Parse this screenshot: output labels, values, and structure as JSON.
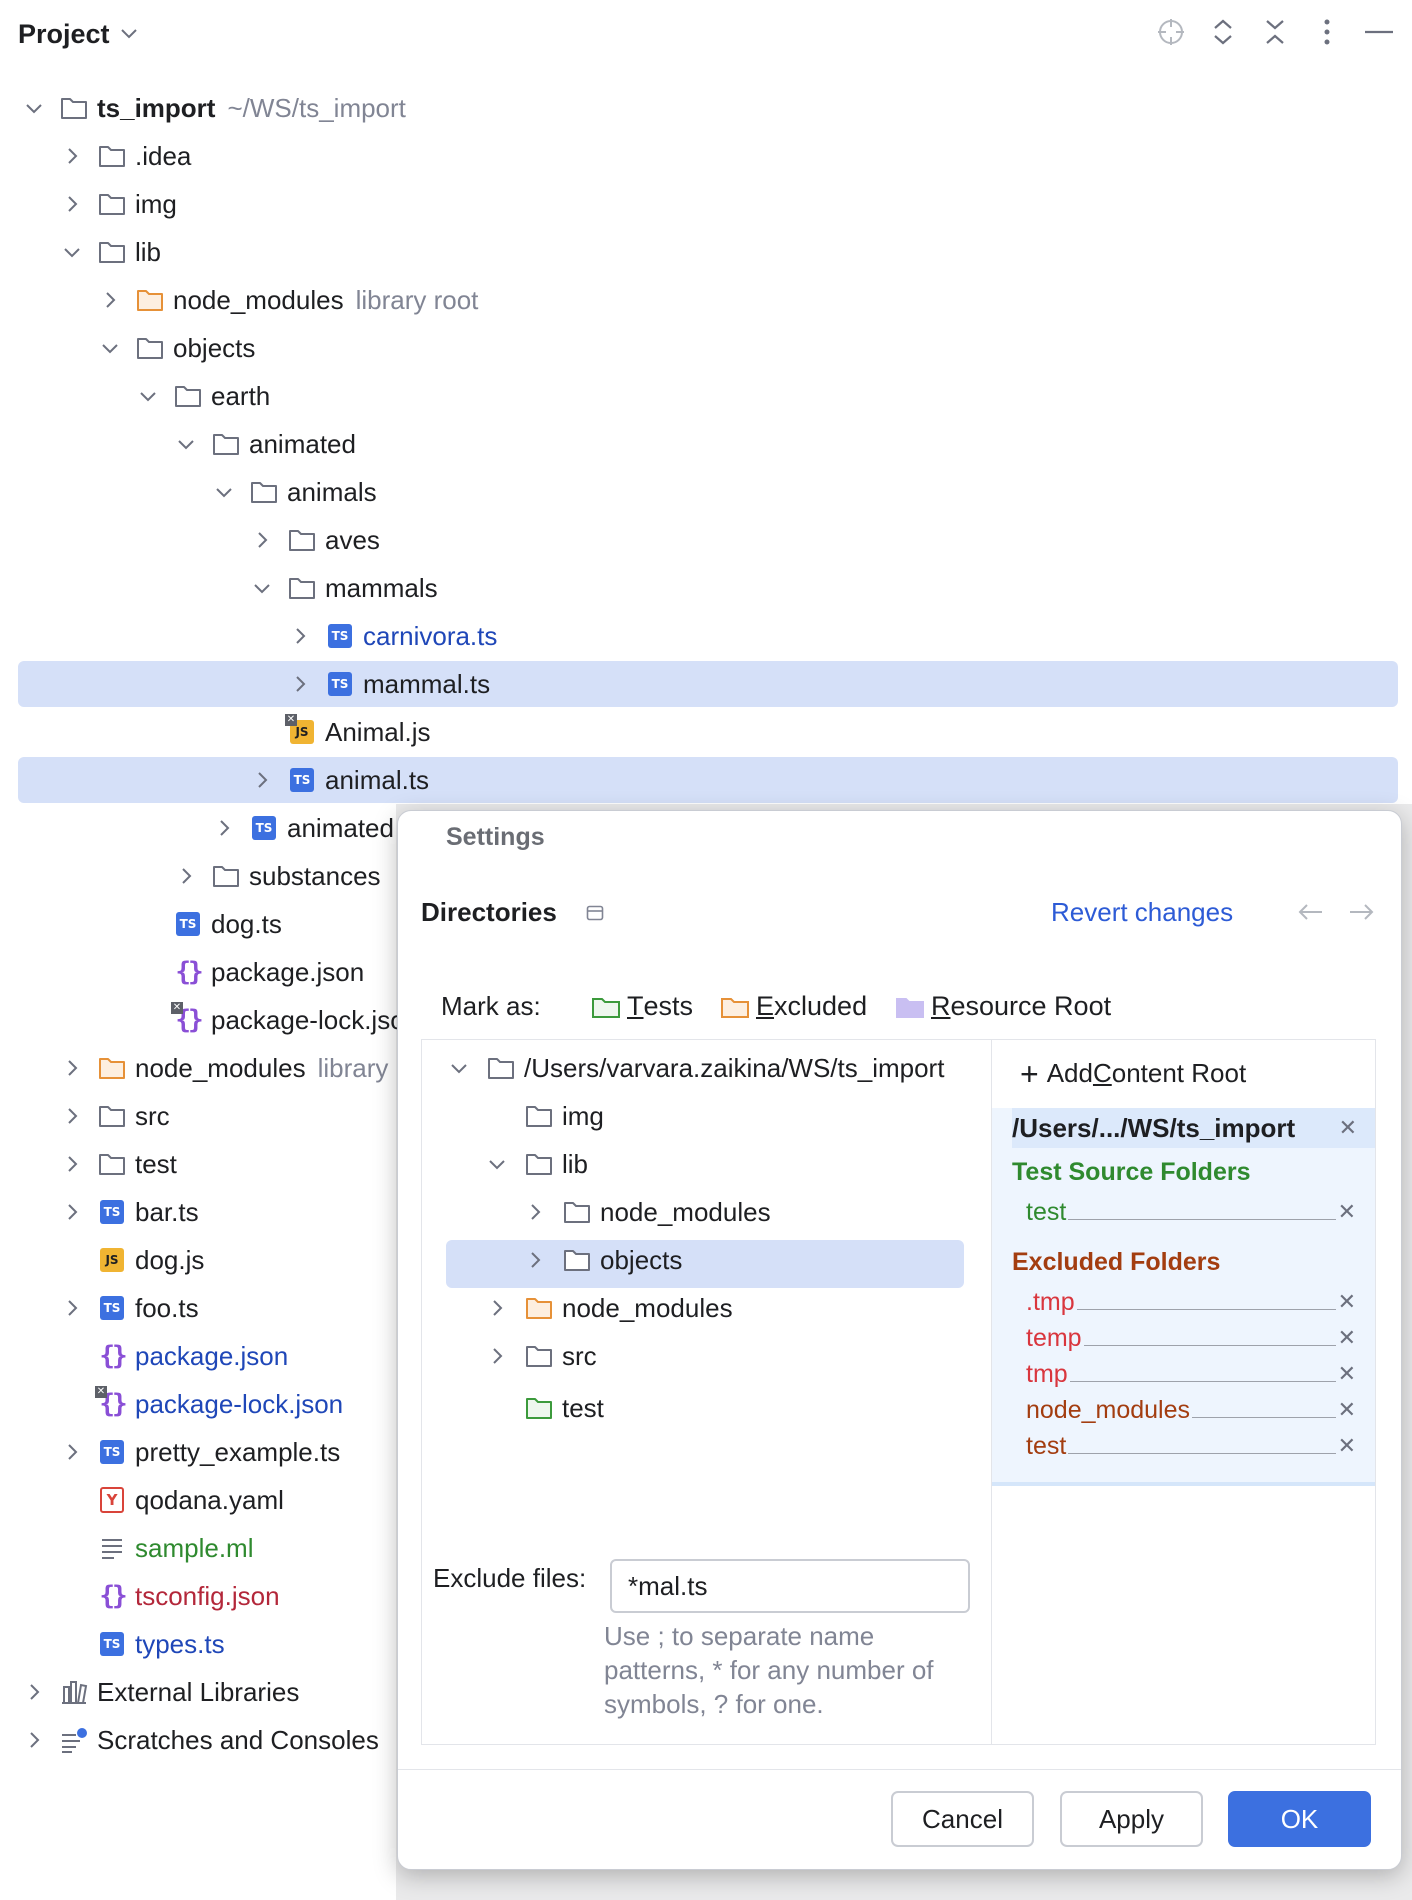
{
  "project_panel": {
    "title": "Project",
    "icons": [
      "target-icon",
      "expand-all-icon",
      "collapse-all-icon",
      "more-icon",
      "minimize-icon"
    ],
    "tree": [
      {
        "name": "ts_import",
        "hint": "~/WS/ts_import",
        "level": 0,
        "arrow": "down",
        "icon": "folder",
        "bold": true
      },
      {
        "name": ".idea",
        "level": 1,
        "arrow": "right",
        "icon": "folder"
      },
      {
        "name": "img",
        "level": 1,
        "arrow": "right",
        "icon": "folder"
      },
      {
        "name": "lib",
        "level": 1,
        "arrow": "down",
        "icon": "folder"
      },
      {
        "name": "node_modules",
        "hint": "library root",
        "level": 2,
        "arrow": "right",
        "icon": "folder-orange"
      },
      {
        "name": "objects",
        "level": 2,
        "arrow": "down",
        "icon": "folder"
      },
      {
        "name": "earth",
        "level": 3,
        "arrow": "down",
        "icon": "folder"
      },
      {
        "name": "animated",
        "level": 4,
        "arrow": "down",
        "icon": "folder"
      },
      {
        "name": "animals",
        "level": 5,
        "arrow": "down",
        "icon": "folder"
      },
      {
        "name": "aves",
        "level": 6,
        "arrow": "right",
        "icon": "folder"
      },
      {
        "name": "mammals",
        "level": 6,
        "arrow": "down",
        "icon": "folder"
      },
      {
        "name": "carnivora.ts",
        "level": 7,
        "arrow": "right",
        "icon": "ts",
        "color": "blue"
      },
      {
        "name": "mammal.ts",
        "level": 7,
        "arrow": "right",
        "icon": "ts",
        "selected": true
      },
      {
        "name": "Animal.js",
        "level": 6,
        "arrow": "none",
        "icon": "js",
        "excluded": true
      },
      {
        "name": "animal.ts",
        "level": 6,
        "arrow": "right",
        "icon": "ts",
        "selected": true
      },
      {
        "name": "animated",
        "level": 5,
        "arrow": "right",
        "icon": "ts"
      },
      {
        "name": "substances",
        "level": 4,
        "arrow": "right",
        "icon": "folder"
      },
      {
        "name": "dog.ts",
        "level": 3,
        "arrow": "none",
        "icon": "ts"
      },
      {
        "name": "package.json",
        "level": 3,
        "arrow": "none",
        "icon": "json"
      },
      {
        "name": "package-lock.json",
        "level": 3,
        "arrow": "none",
        "icon": "json",
        "excluded": true
      },
      {
        "name": "node_modules",
        "hint": "library",
        "level": 1,
        "arrow": "right",
        "icon": "folder-orange"
      },
      {
        "name": "src",
        "level": 1,
        "arrow": "right",
        "icon": "folder"
      },
      {
        "name": "test",
        "level": 1,
        "arrow": "right",
        "icon": "folder"
      },
      {
        "name": "bar.ts",
        "level": 1,
        "arrow": "right",
        "icon": "ts"
      },
      {
        "name": "dog.js",
        "level": 1,
        "arrow": "none",
        "icon": "js"
      },
      {
        "name": "foo.ts",
        "level": 1,
        "arrow": "right",
        "icon": "ts"
      },
      {
        "name": "package.json",
        "level": 1,
        "arrow": "none",
        "icon": "json",
        "color": "blue"
      },
      {
        "name": "package-lock.json",
        "level": 1,
        "arrow": "none",
        "icon": "json",
        "color": "blue",
        "excluded": true
      },
      {
        "name": "pretty_example.ts",
        "level": 1,
        "arrow": "right",
        "icon": "ts"
      },
      {
        "name": "qodana.yaml",
        "level": 1,
        "arrow": "none",
        "icon": "yaml"
      },
      {
        "name": "sample.ml",
        "level": 1,
        "arrow": "none",
        "icon": "text",
        "color": "green"
      },
      {
        "name": "tsconfig.json",
        "level": 1,
        "arrow": "none",
        "icon": "json",
        "color": "red"
      },
      {
        "name": "types.ts",
        "level": 1,
        "arrow": "none",
        "icon": "ts",
        "color": "blue"
      },
      {
        "name": "External Libraries",
        "level": 0,
        "arrow": "right",
        "icon": "libraries"
      },
      {
        "name": "Scratches and Consoles",
        "level": 0,
        "arrow": "right",
        "icon": "scratches"
      }
    ]
  },
  "dialog": {
    "title": "Settings",
    "section": "Directories",
    "revert_label": "Revert changes",
    "mark_as_label": "Mark as:",
    "mark_buttons": [
      {
        "label": "Tests",
        "mnemonic": "T",
        "rest": "ests"
      },
      {
        "label": "Excluded",
        "mnemonic": "E",
        "rest": "xcluded"
      },
      {
        "label": "Resource Root",
        "mnemonic": "R",
        "rest": "esource Root"
      }
    ],
    "dir_tree": [
      {
        "name": "/Users/varvara.zaikina/WS/ts_import",
        "level": 0,
        "arrow": "down",
        "icon": "folder"
      },
      {
        "name": "img",
        "level": 1,
        "arrow": "none",
        "icon": "folder"
      },
      {
        "name": "lib",
        "level": 1,
        "arrow": "down",
        "icon": "folder"
      },
      {
        "name": "node_modules",
        "level": 2,
        "arrow": "right",
        "icon": "folder"
      },
      {
        "name": "objects",
        "level": 2,
        "arrow": "right",
        "icon": "folder",
        "selected": true
      },
      {
        "name": "node_modules",
        "level": 1,
        "arrow": "right",
        "icon": "folder-orange"
      },
      {
        "name": "src",
        "level": 1,
        "arrow": "right",
        "icon": "folder"
      },
      {
        "name": "test",
        "level": 1,
        "arrow": "none",
        "icon": "folder-green"
      }
    ],
    "add_content_root": {
      "pre": "Add ",
      "mnemonic": "C",
      "rest": "ontent Root"
    },
    "root_path": "/Users/.../WS/ts_import",
    "test_source_title": "Test Source Folders",
    "test_sources": [
      "test"
    ],
    "excluded_title": "Excluded Folders",
    "excluded": [
      {
        "name": ".tmp",
        "color": "#d9363e"
      },
      {
        "name": "temp",
        "color": "#d9363e"
      },
      {
        "name": "tmp",
        "color": "#d9363e"
      },
      {
        "name": "node_modules",
        "color": "#a33d10"
      },
      {
        "name": "test",
        "color": "#a33d10"
      }
    ],
    "exclude_files_label": "Exclude files:",
    "exclude_files_value": "*mal.ts",
    "exclude_hint": "Use ; to separate name patterns, * for any number of symbols, ? for one.",
    "buttons": {
      "cancel": "Cancel",
      "apply": "Apply",
      "ok": "OK"
    }
  },
  "colors": {
    "accent": "#3c70e0",
    "selection": "#d5e0f8",
    "tests": "#2f8a2f",
    "excluded": "#a33d10"
  }
}
